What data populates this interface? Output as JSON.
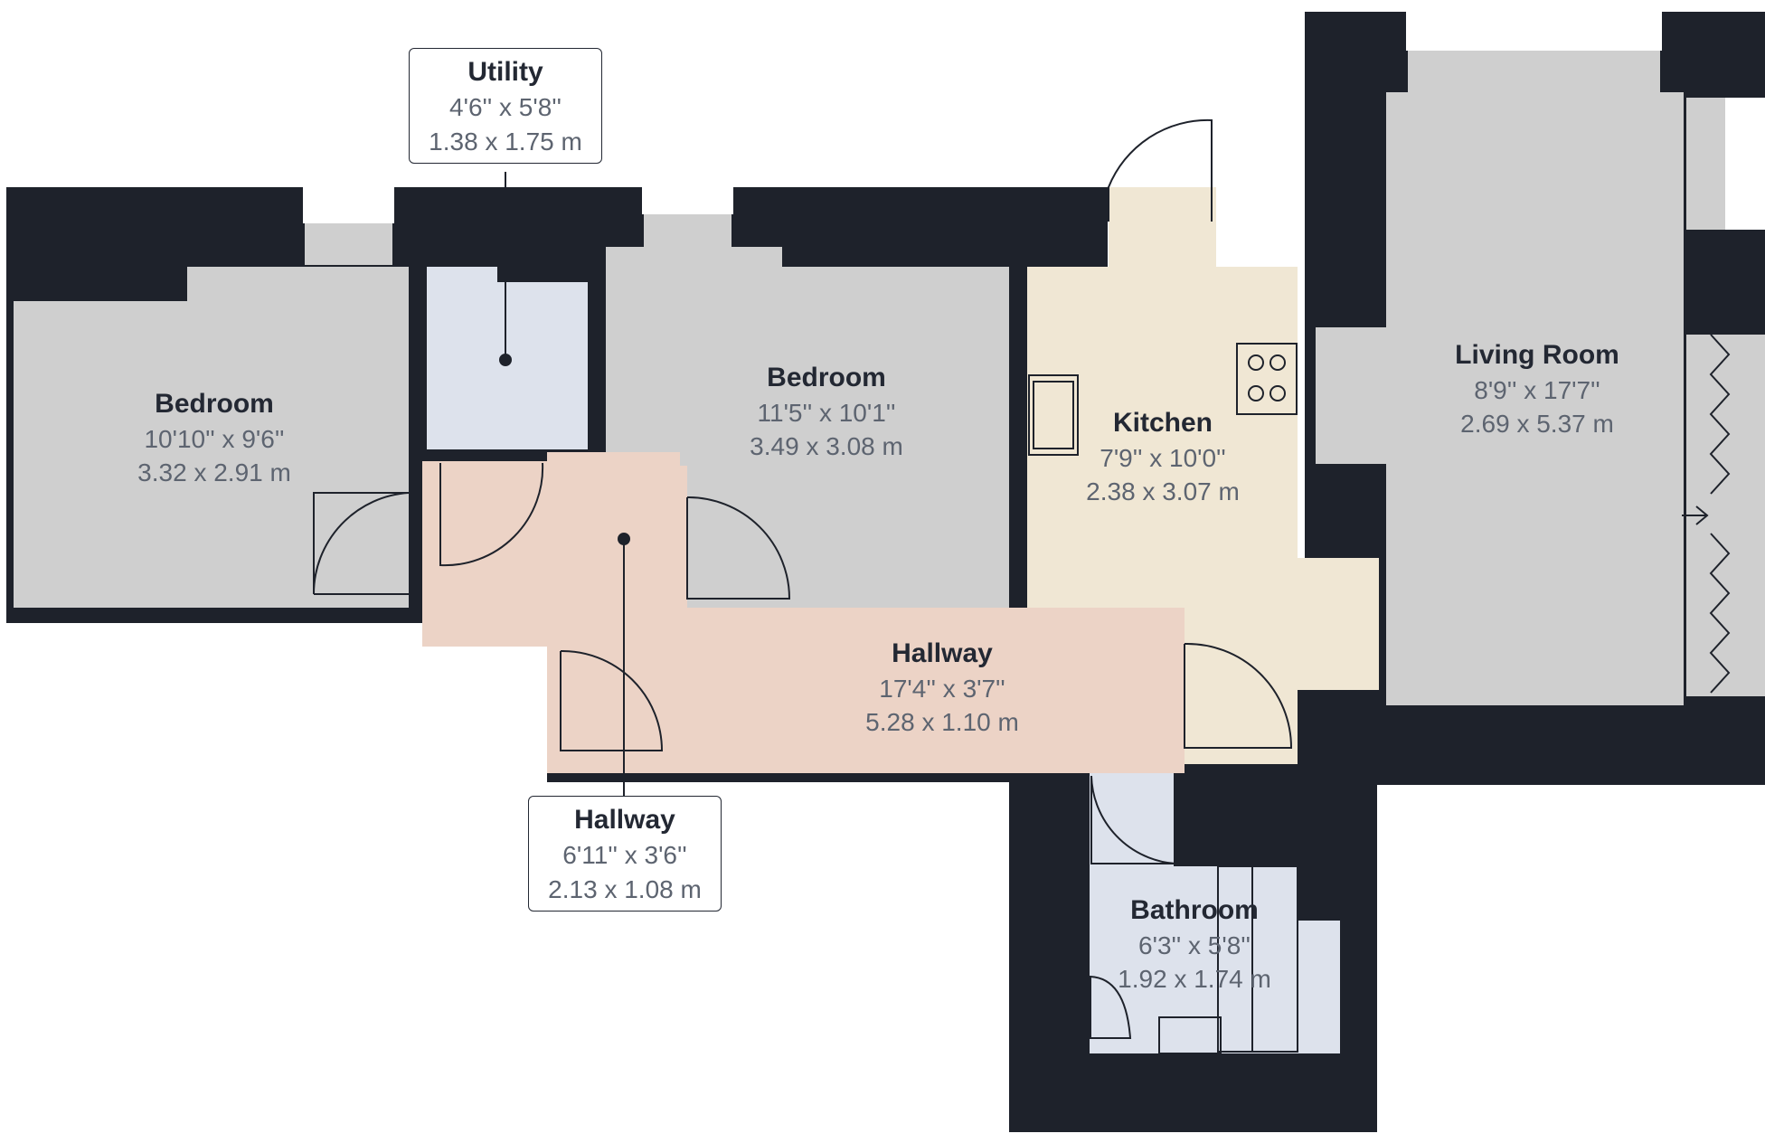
{
  "colors": {
    "wall": "#1e222b",
    "bedroom": "#cfcfcf",
    "utility": "#dde2ec",
    "hallway": "#ecd3c6",
    "kitchen": "#f0e7d4",
    "living": "#cfcfcf",
    "bathroom": "#dde2ec",
    "label_name": "#232833",
    "label_dims": "#5d6470"
  },
  "rooms": [
    {
      "name": "Bedroom",
      "imperial": "10'10'' x 9'6''",
      "metric": "3.32 x 2.91 m"
    },
    {
      "name": "Utility",
      "imperial": "4'6'' x 5'8''",
      "metric": "1.38 x 1.75 m"
    },
    {
      "name": "Bedroom",
      "imperial": "11'5'' x 10'1''",
      "metric": "3.49 x 3.08 m"
    },
    {
      "name": "Kitchen",
      "imperial": "7'9'' x 10'0''",
      "metric": "2.38 x 3.07 m"
    },
    {
      "name": "Living Room",
      "imperial": "8'9'' x 17'7''",
      "metric": "2.69 x 5.37 m"
    },
    {
      "name": "Hallway",
      "imperial": "17'4'' x 3'7''",
      "metric": "5.28 x 1.10 m"
    },
    {
      "name": "Hallway",
      "imperial": "6'11'' x 3'6''",
      "metric": "2.13 x 1.08 m"
    },
    {
      "name": "Bathroom",
      "imperial": "6'3'' x 5'8''",
      "metric": "1.92 x 1.74 m"
    }
  ]
}
